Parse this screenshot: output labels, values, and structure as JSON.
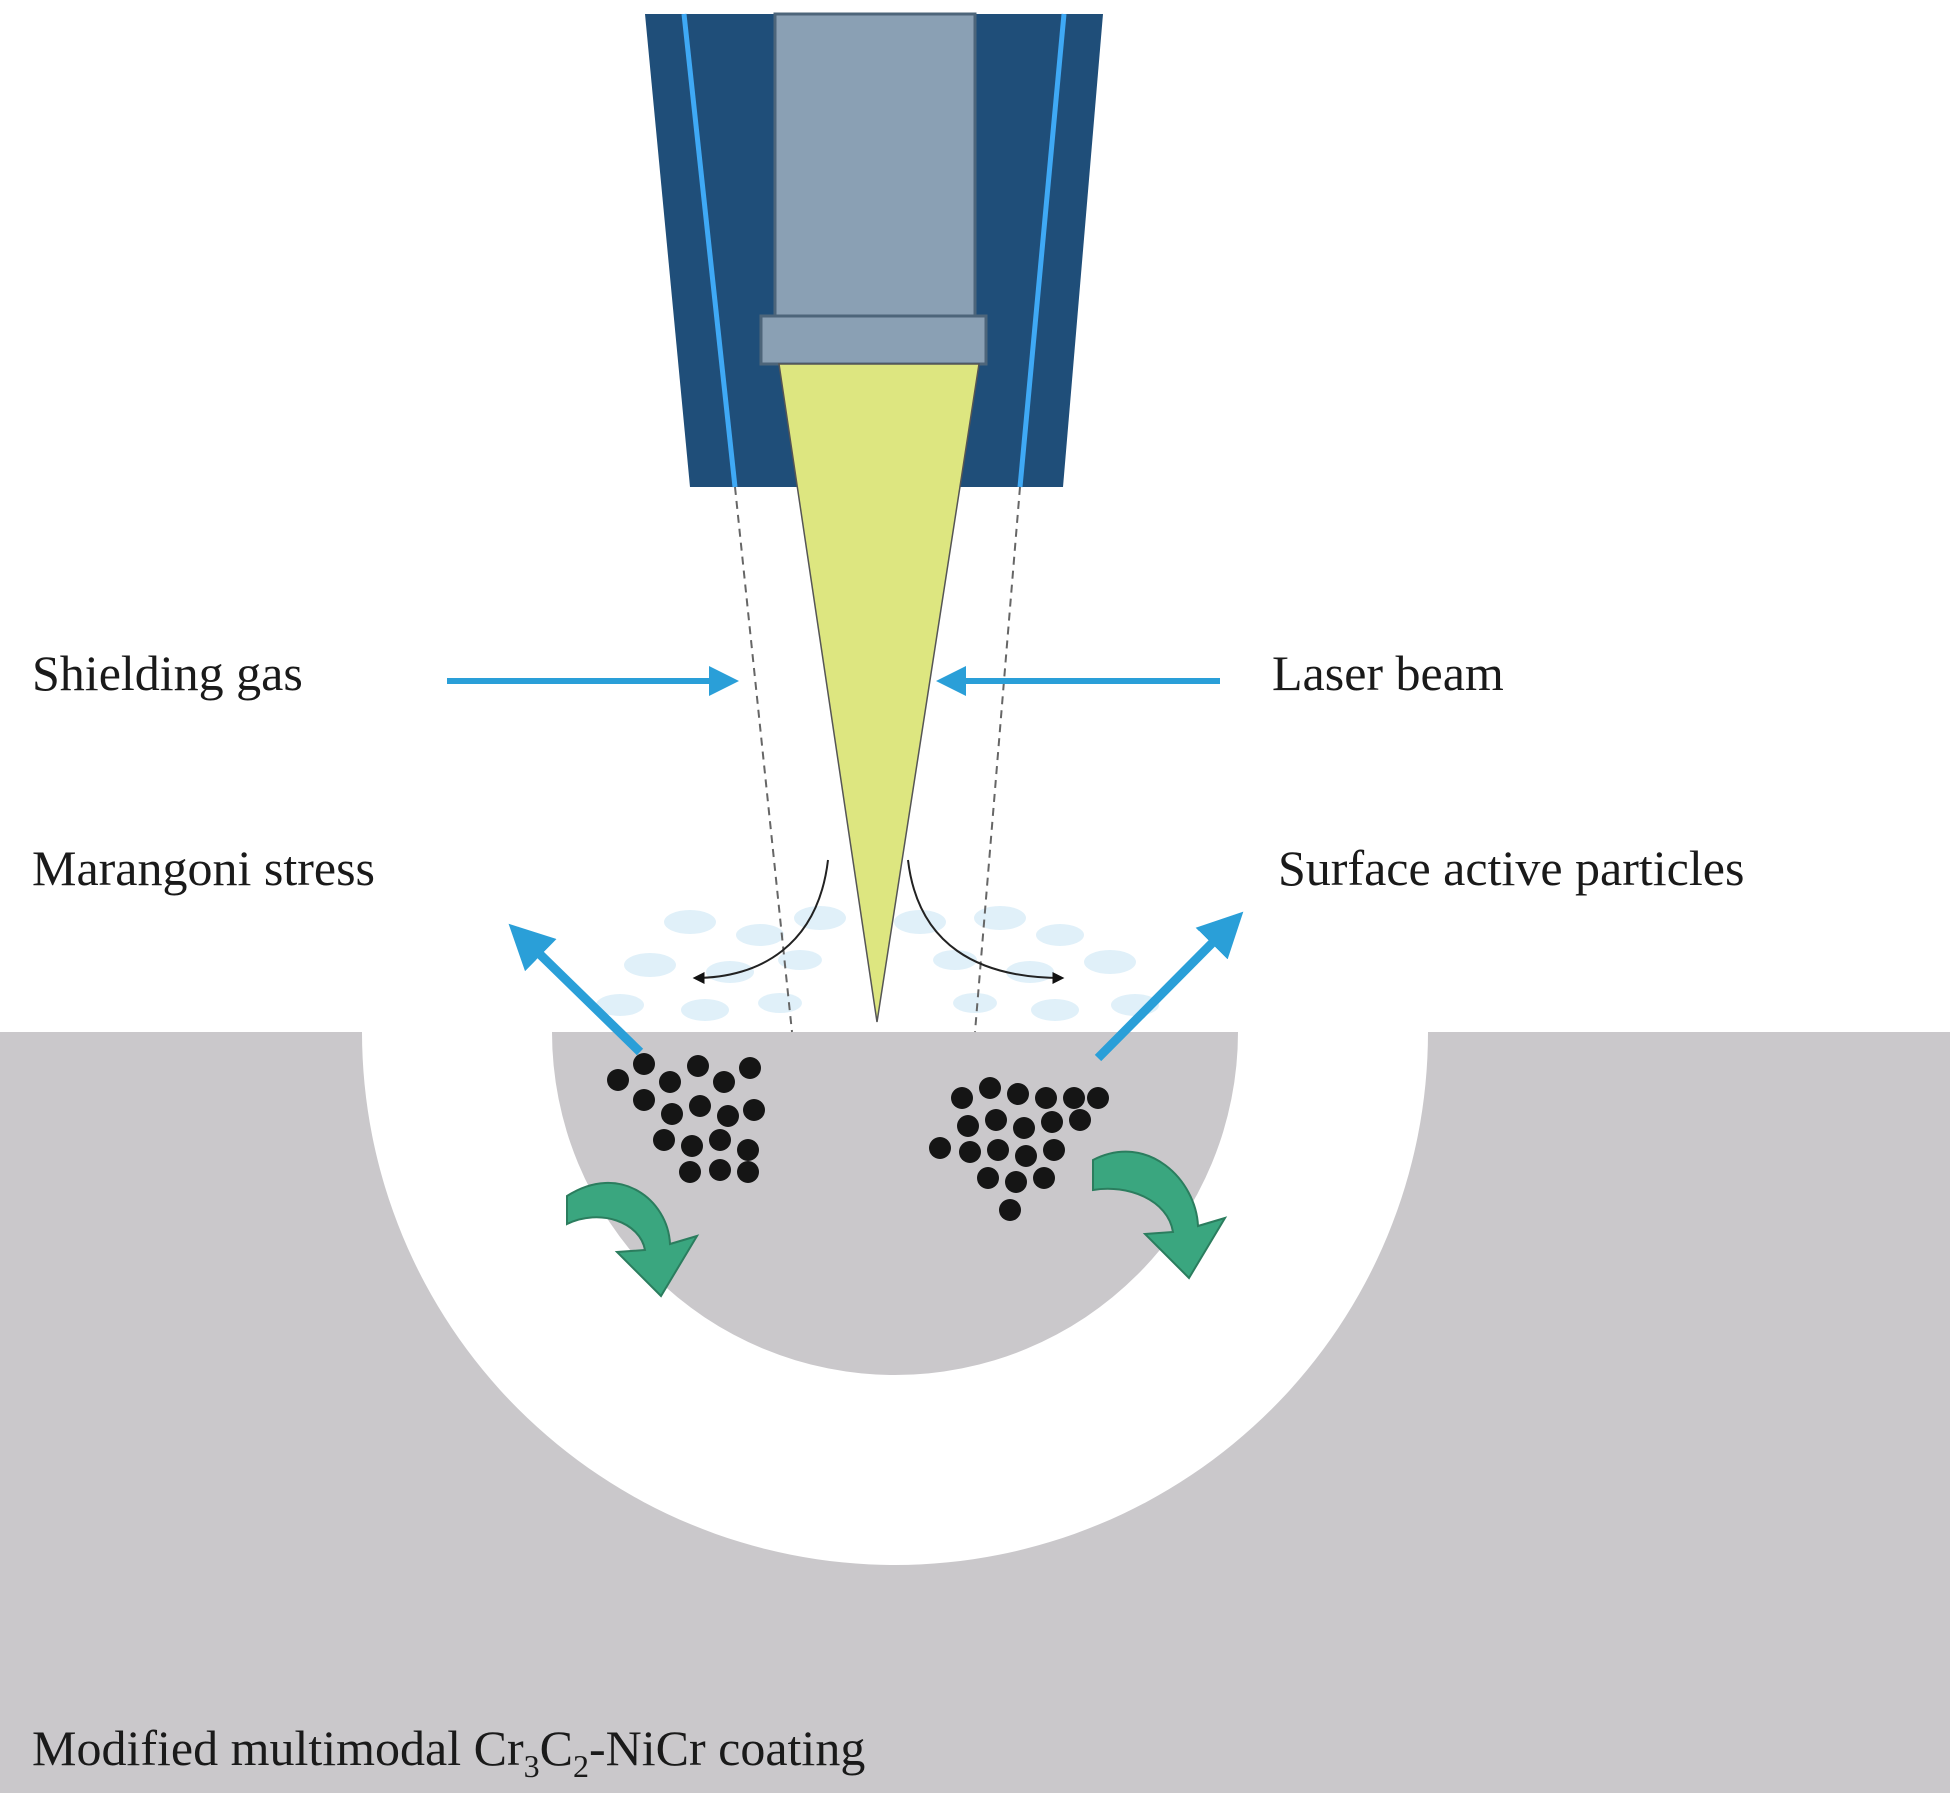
{
  "labels": {
    "shielding_gas": "Shielding gas",
    "laser_beam": "Laser beam",
    "marangoni_stress": "Marangoni stress",
    "surface_active_particles": "Surface active particles",
    "coating": {
      "prefix": "Modified multimodal Cr",
      "sub1": "3",
      "mid": "C",
      "sub2": "2",
      "suffix": "-NiCr  coating"
    }
  },
  "colors": {
    "nozzle_outer": "#1f4e79",
    "nozzle_inner": "#8aa0b4",
    "nozzle_line": "#3fa9f5",
    "laser_beam": "#dde680",
    "substrate": "#cac8cb",
    "arrow_blue": "#2a9fd8",
    "flow_arrow_green": "#3aa67f",
    "particle": "#151515",
    "bubble": "#dbeef8"
  }
}
